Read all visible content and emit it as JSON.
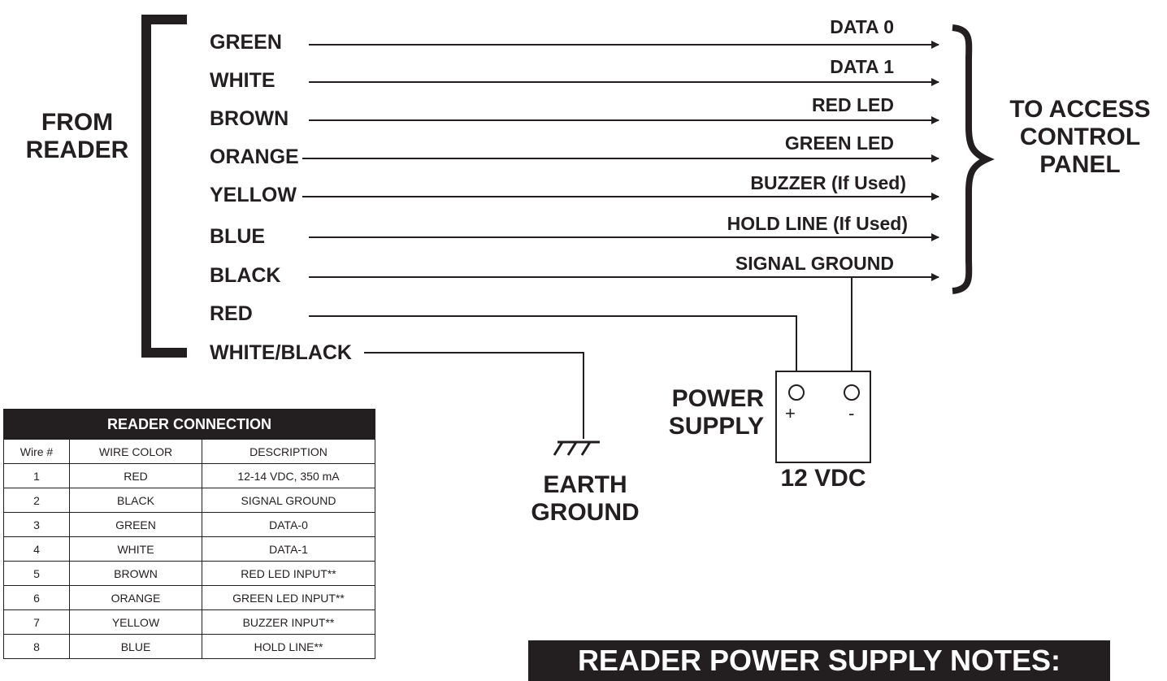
{
  "from_reader": [
    "FROM",
    "READER"
  ],
  "to_panel": [
    "TO ACCESS",
    "CONTROL",
    "PANEL"
  ],
  "wires": [
    {
      "color": "GREEN",
      "signal": "DATA 0"
    },
    {
      "color": "WHITE",
      "signal": "DATA 1"
    },
    {
      "color": "BROWN",
      "signal": "RED LED"
    },
    {
      "color": "ORANGE",
      "signal": "GREEN LED"
    },
    {
      "color": "YELLOW",
      "signal": "BUZZER (If Used)"
    },
    {
      "color": "BLUE",
      "signal": "HOLD LINE (If Used)"
    },
    {
      "color": "BLACK",
      "signal": "SIGNAL GROUND"
    },
    {
      "color": "RED",
      "signal": ""
    },
    {
      "color": "WHITE/BLACK",
      "signal": ""
    }
  ],
  "earth_ground": [
    "EARTH",
    "GROUND"
  ],
  "power_supply": {
    "label": [
      "POWER",
      "SUPPLY"
    ],
    "plus": "+",
    "minus": "-",
    "voltage": "12 VDC"
  },
  "table": {
    "title": "READER CONNECTION",
    "headers": [
      "Wire #",
      "WIRE COLOR",
      "DESCRIPTION"
    ],
    "rows": [
      [
        "1",
        "RED",
        "12-14 VDC, 350 mA"
      ],
      [
        "2",
        "BLACK",
        "SIGNAL GROUND"
      ],
      [
        "3",
        "GREEN",
        "DATA-0"
      ],
      [
        "4",
        "WHITE",
        "DATA-1"
      ],
      [
        "5",
        "BROWN",
        "RED LED INPUT**"
      ],
      [
        "6",
        "ORANGE",
        "GREEN LED INPUT**"
      ],
      [
        "7",
        "YELLOW",
        "BUZZER INPUT**"
      ],
      [
        "8",
        "BLUE",
        "HOLD LINE**"
      ]
    ]
  },
  "notes_title": "READER POWER SUPPLY NOTES:"
}
